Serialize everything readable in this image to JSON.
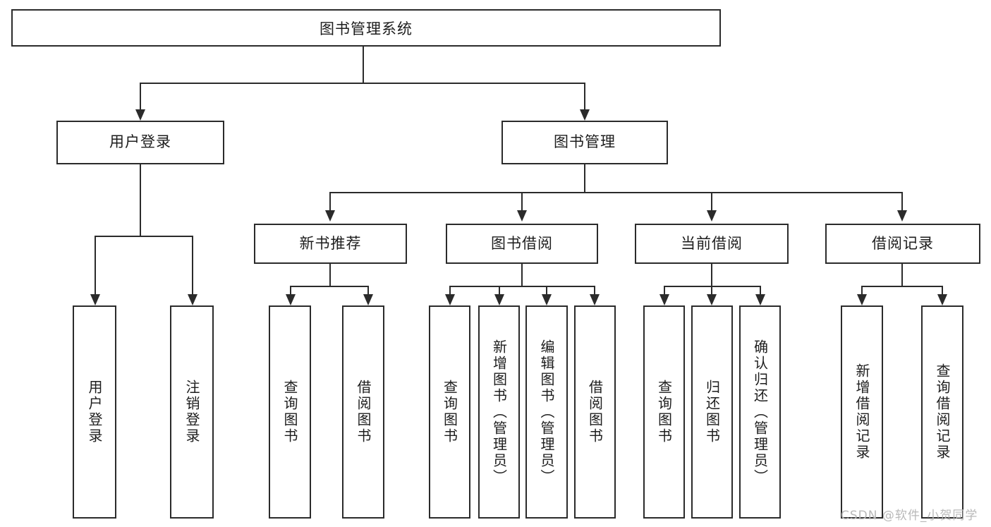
{
  "diagram": {
    "title": "图书管理系统",
    "watermark": "CSDN @软件_小贺同学",
    "stroke_color": "#2b2b2b",
    "background_color": "#ffffff",
    "text_color": "#1d1d1d",
    "watermark_color": "#b9b9b9"
  },
  "nodes": {
    "root": {
      "label": "图书管理系统"
    },
    "level2": [
      {
        "label": "用户登录"
      },
      {
        "label": "图书管理"
      }
    ],
    "level3": [
      {
        "label": "新书推荐"
      },
      {
        "label": "图书借阅"
      },
      {
        "label": "当前借阅"
      },
      {
        "label": "借阅记录"
      }
    ],
    "leaves": {
      "user_login": [
        {
          "label": "用户登录"
        },
        {
          "label": "注销登录"
        }
      ],
      "new_book_recommend": [
        {
          "label": "查询图书"
        },
        {
          "label": "借阅图书"
        }
      ],
      "book_borrow": [
        {
          "label": "查询图书"
        },
        {
          "label": "新增图书（管理员）"
        },
        {
          "label": "编辑图书（管理员）"
        },
        {
          "label": "借阅图书"
        }
      ],
      "current_borrow": [
        {
          "label": "查询图书"
        },
        {
          "label": "归还图书"
        },
        {
          "label": "确认归还（管理员）"
        }
      ],
      "borrow_records": [
        {
          "label": "新增借阅记录"
        },
        {
          "label": "查询借阅记录"
        }
      ]
    }
  }
}
